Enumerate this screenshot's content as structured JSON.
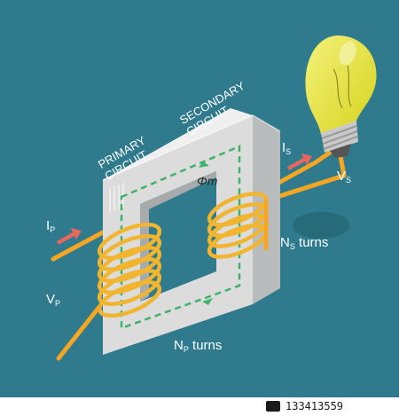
{
  "labels": {
    "primary_line1": "PRIMARY",
    "primary_line2": "CIRCUIT",
    "secondary_line1": "SECONDARY",
    "secondary_line2": "CIRCUIT",
    "flux": "Φm",
    "ip_main": "I",
    "ip_sub": "P",
    "vp_main": "V",
    "vp_sub": "P",
    "is_main": "I",
    "is_sub": "S",
    "vs_main": "V",
    "vs_sub": "S",
    "np_main": "N",
    "np_sub": "P",
    "np_rest": " turns",
    "ns_main": "N",
    "ns_sub": "S",
    "ns_rest": " turns"
  },
  "footer": {
    "stock_id": "133413559"
  },
  "colors": {
    "background": "#2f7a8c",
    "core_front": "#dcdcdc",
    "core_side": "#b9bcbc",
    "core_top": "#efefef",
    "wire": "#f6a623",
    "coil": "#f2b530",
    "flux_path": "#3fb36a",
    "arrow": "#e8675d",
    "bulb_glass": "#e6e33a"
  },
  "icons": [
    "transformer-core",
    "lightbulb-icon",
    "current-arrow-icon",
    "flux-direction-arrow-icon"
  ]
}
